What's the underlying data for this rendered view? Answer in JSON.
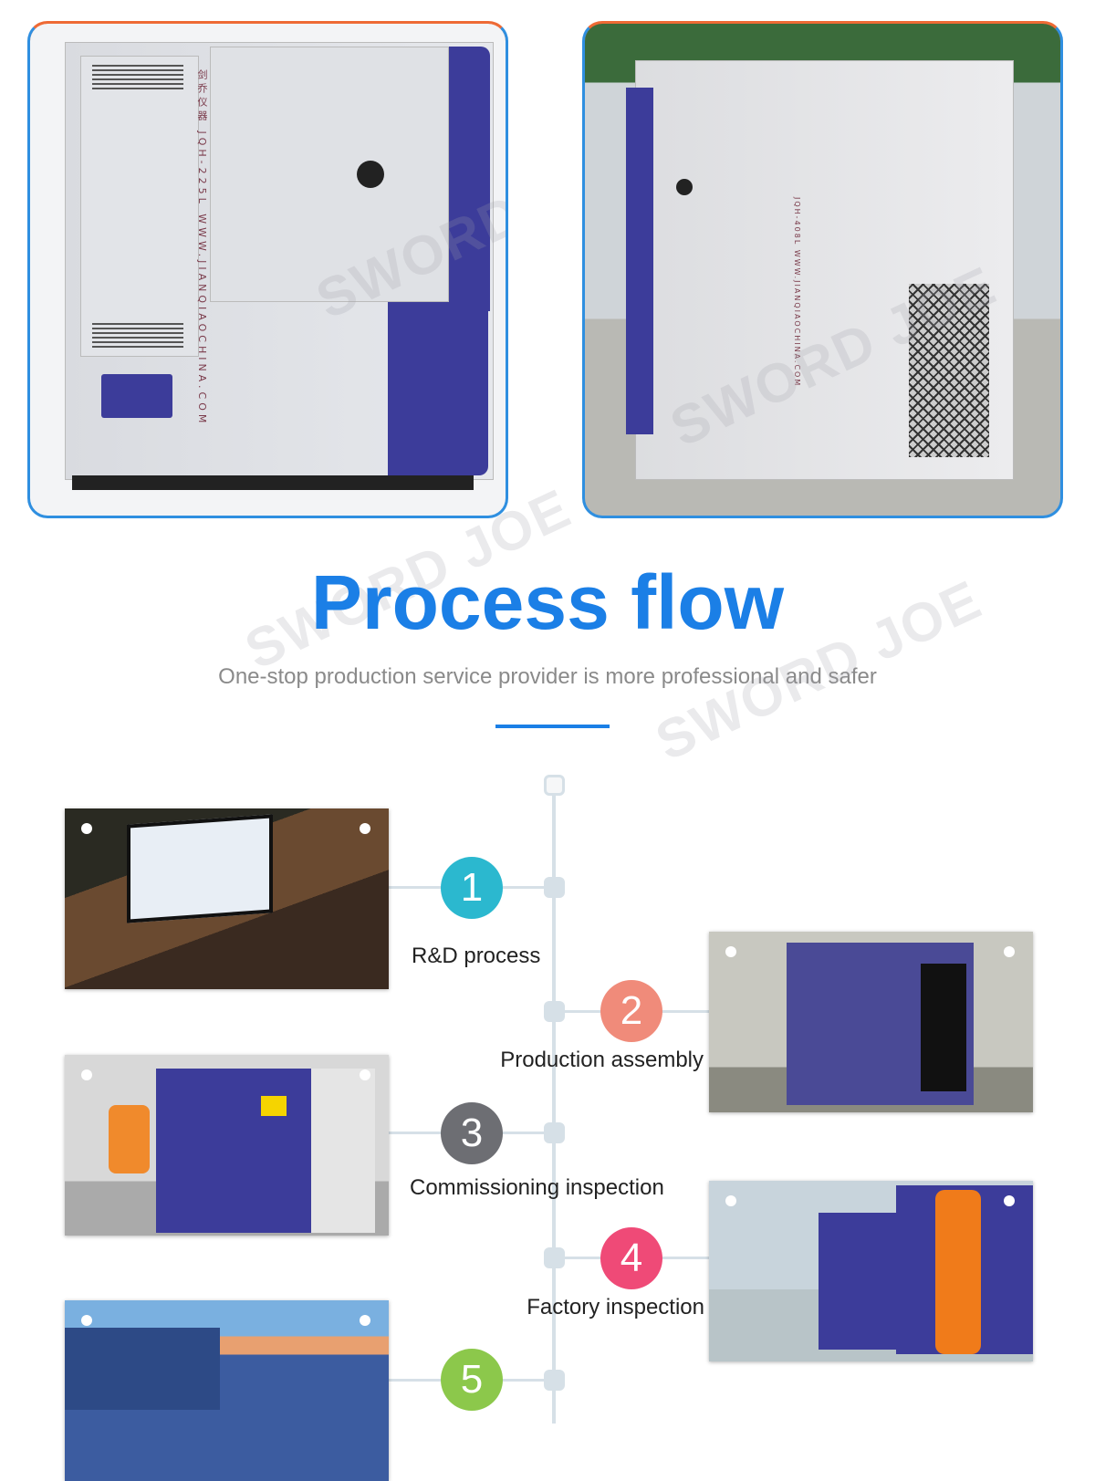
{
  "watermark": "SWORD JOE",
  "products": [
    {
      "name": "product-photo-1",
      "side_text": "剑乔仪器  JQH-225L  WWW.JIANQIAOCHINA.COM"
    },
    {
      "name": "product-photo-2",
      "side_text": "JQH-408L  WWW.JIANQIAOCHINA.COM"
    }
  ],
  "section": {
    "title": "Process flow",
    "subtitle": "One-stop production service provider is more professional and safer"
  },
  "steps": [
    {
      "number": "1",
      "label": "R&D process",
      "color": "#2bb8cf"
    },
    {
      "number": "2",
      "label": "Production assembly",
      "color": "#f08b7a"
    },
    {
      "number": "3",
      "label": "Commissioning inspection",
      "color": "#6d6e73"
    },
    {
      "number": "4",
      "label": "Factory inspection",
      "color": "#ef4a77"
    },
    {
      "number": "5",
      "label": "",
      "color": "#8cc84b"
    }
  ]
}
